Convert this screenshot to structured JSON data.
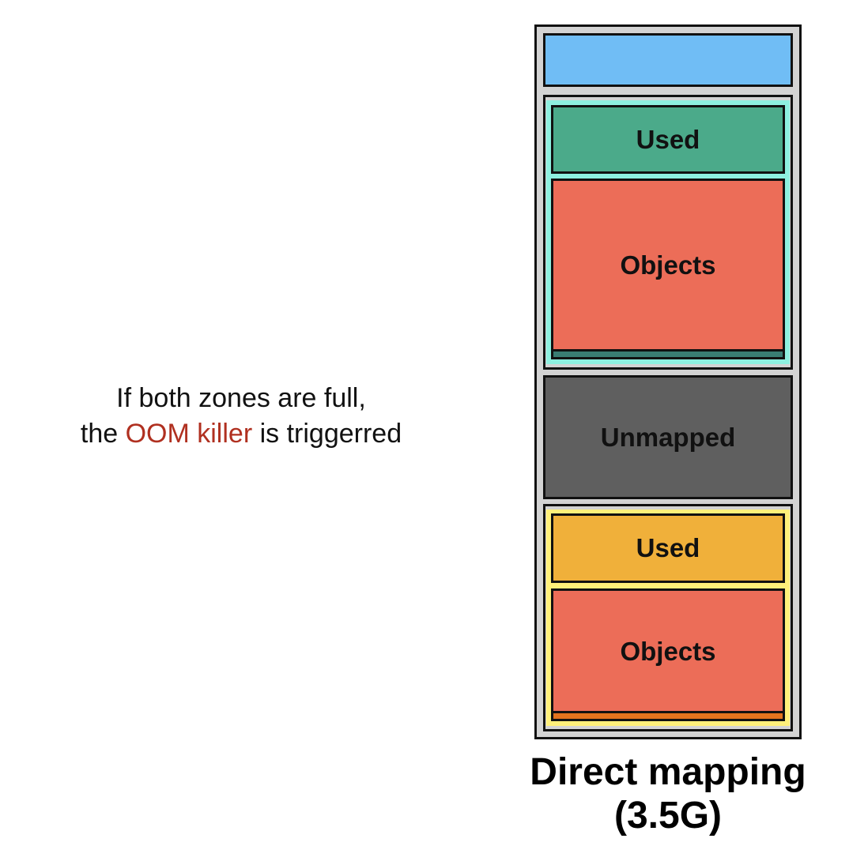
{
  "caption": {
    "line1": "If both zones are full,",
    "line2_prefix": "the ",
    "line2_highlight": "OOM killer",
    "line2_suffix": " is triggerred"
  },
  "memory_layout": {
    "zone_top": {
      "used_label": "Used",
      "objects_label": "Objects",
      "border_color": "#8ef0e0"
    },
    "unmapped_label": "Unmapped",
    "zone_bottom": {
      "used_label": "Used",
      "objects_label": "Objects",
      "border_color": "#fff07a"
    }
  },
  "footer": {
    "title": "Direct mapping",
    "size": "(3.5G)"
  }
}
